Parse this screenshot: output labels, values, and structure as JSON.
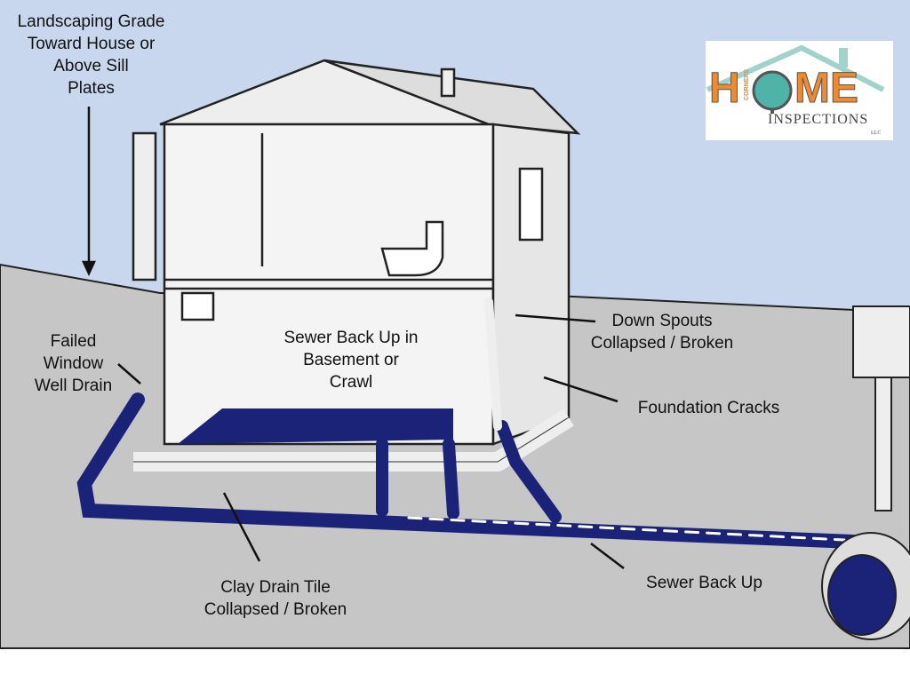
{
  "labels": {
    "landscaping": [
      "Landscaping Grade",
      "Toward House or",
      "Above Sill",
      "Plates"
    ],
    "window_well": [
      "Failed",
      "Window",
      "Well Drain"
    ],
    "sewer_basement": [
      "Sewer Back Up in",
      "Basement or",
      "Crawl"
    ],
    "down_spouts": [
      "Down Spouts",
      "Collapsed / Broken"
    ],
    "foundation": "Foundation Cracks",
    "clay_tile": [
      "Clay Drain Tile",
      "Collapsed / Broken"
    ],
    "sewer_back_up": "Sewer Back Up"
  },
  "logo": {
    "corners": "CORNERS",
    "home_h": "H",
    "home_me": "ME",
    "inspections_i": "I",
    "inspections": "NSPECTIONS",
    "llc": "LLC"
  },
  "colors": {
    "sky": "#c9d7ee",
    "ground": "#c6c6c6",
    "water": "#1b2378",
    "logo_orange": "#f08a2e",
    "logo_teal": "#4fb3aa"
  }
}
